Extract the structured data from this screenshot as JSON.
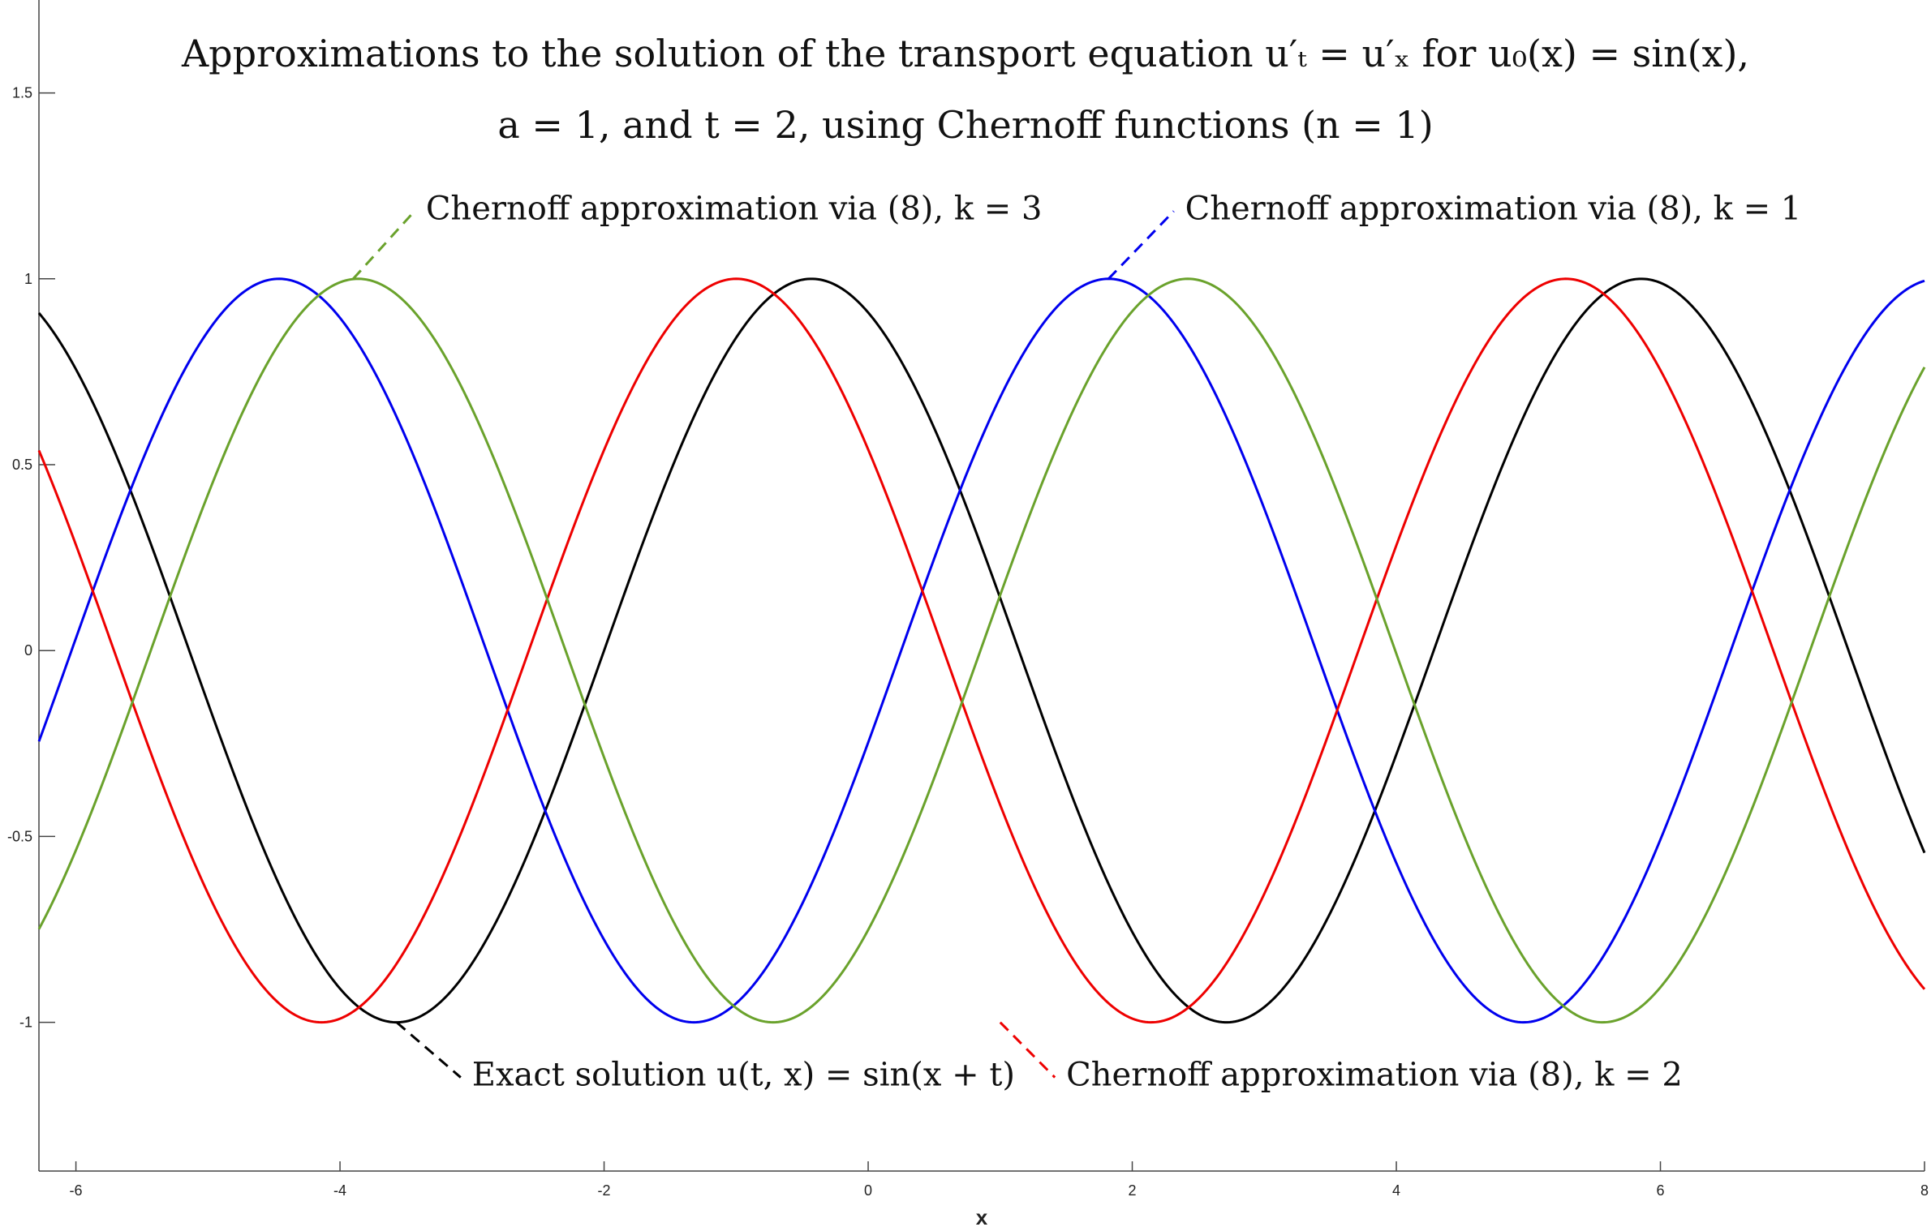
{
  "chart_data": {
    "type": "line",
    "title_line1": "Approximations to the solution of the transport equation u′ₜ = u′ₓ for u₀(x) = sin(x),",
    "title_line2": "a = 1, and t = 2, using Chernoff functions (n = 1)",
    "xlabel": "x",
    "ylabel": "",
    "xlim": [
      -6.28,
      8.0
    ],
    "ylim": [
      -1.4,
      1.75
    ],
    "x_ticks": [
      -6,
      -4,
      -2,
      0,
      2,
      4,
      6,
      8
    ],
    "y_ticks": [
      -1,
      -0.5,
      0,
      0.5,
      1,
      1.5
    ],
    "x_tick_labels": [
      "-6",
      "-4",
      "-2",
      "0",
      "2",
      "4",
      "6",
      "8"
    ],
    "y_tick_labels": [
      "-1",
      "-0.5",
      "0",
      "0.5",
      "1",
      "1.5"
    ],
    "grid": false,
    "x_sample": {
      "start": -6.28,
      "end": 8.0,
      "step": 0.02
    },
    "series": [
      {
        "name": "Exact solution u(t, x) = sin(x + t)",
        "formula": "sin(x + 2)",
        "color": "#000000",
        "annotation": {
          "text": "Exact solution u(t, x) = sin(x + t)",
          "anchor_x": -3.571,
          "anchor_y": -1.0,
          "label_x": -3.0,
          "label_y": -1.17
        }
      },
      {
        "name": "Chernoff approximation via (8), k = 1",
        "formula": "sin(x - 0.25)",
        "color": "#0000ee",
        "annotation": {
          "text": "Chernoff approximation via (8), k = 1",
          "anchor_x": 1.82,
          "anchor_y": 1.0,
          "label_x": 2.4,
          "label_y": 1.16
        }
      },
      {
        "name": "Chernoff approximation via (8), k = 2",
        "formula": "sin(x + 2.57)",
        "color": "#ee0000",
        "annotation": {
          "text": "Chernoff approximation via (8), k = 2",
          "anchor_x": 1.0,
          "anchor_y": -1.0,
          "label_x": 1.5,
          "label_y": -1.17
        }
      },
      {
        "name": "Chernoff approximation via (8), k = 3",
        "formula": "sin(x - 0.85)",
        "color": "#6aa22c",
        "annotation": {
          "text": "Chernoff approximation via (8), k = 3",
          "anchor_x": -3.9,
          "anchor_y": 1.0,
          "label_x": -3.35,
          "label_y": 1.16
        }
      }
    ]
  },
  "colors": {
    "axis": "#444444",
    "background": "#ffffff"
  }
}
